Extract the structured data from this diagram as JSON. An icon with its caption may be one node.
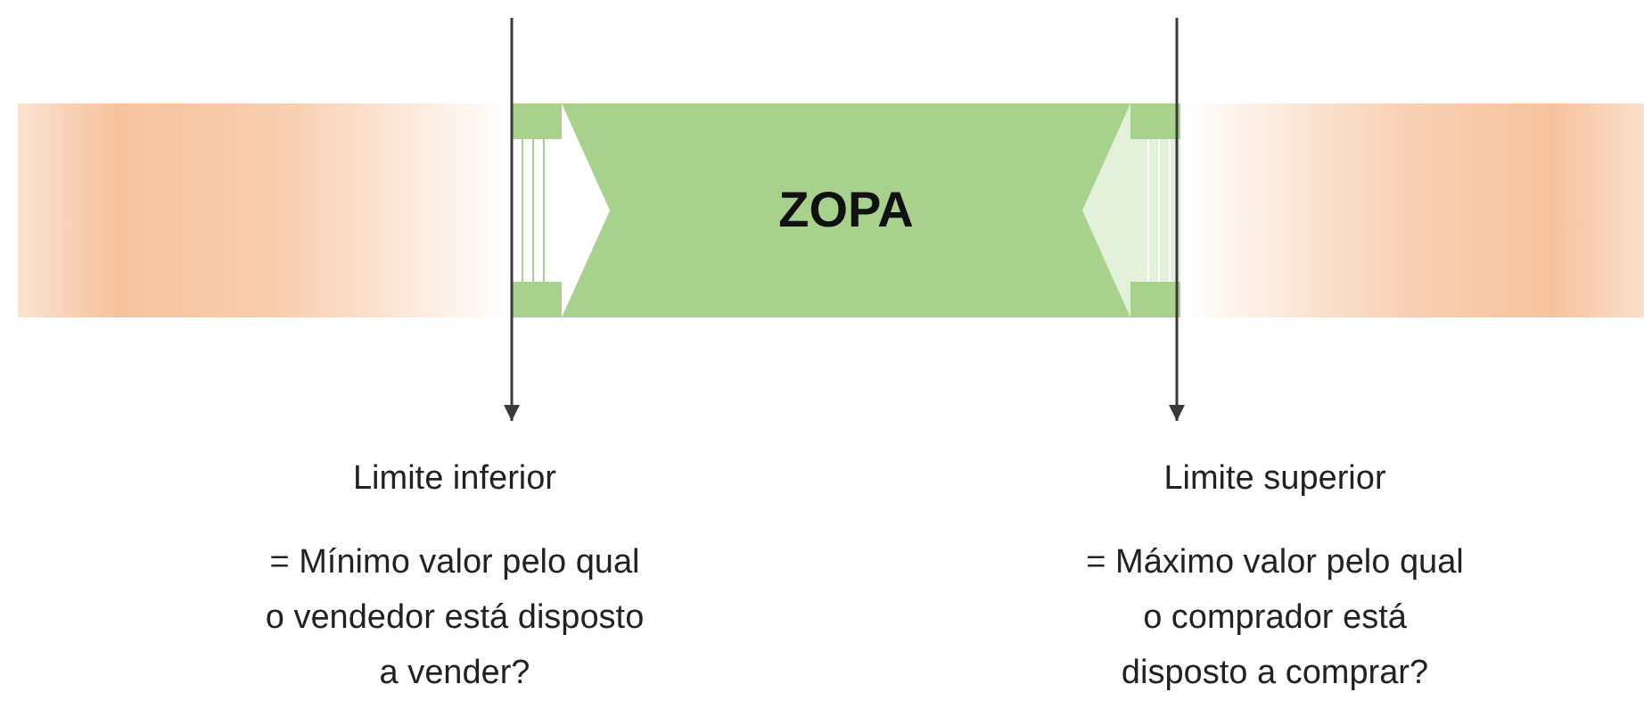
{
  "diagram": {
    "nodes": [
      {
        "text": [
          "ZOPA"
        ]
      },
      {
        "text": [
          "Limite inferior",
          "= Mínimo valor pelo qual o vendedor está disposto a vender?"
        ]
      },
      {
        "text": [
          "Limite superior",
          "= Máximo valor pelo qual o comprador está disposto a comprar?"
        ]
      },
      {
        "text": [],
        "shape": "bar"
      },
      {
        "text": [],
        "shape": "bar"
      }
    ],
    "edges": [
      {
        "from": null,
        "to": 1,
        "arrow": "to"
      },
      {
        "from": null,
        "to": 2,
        "arrow": "to"
      }
    ]
  }
}
